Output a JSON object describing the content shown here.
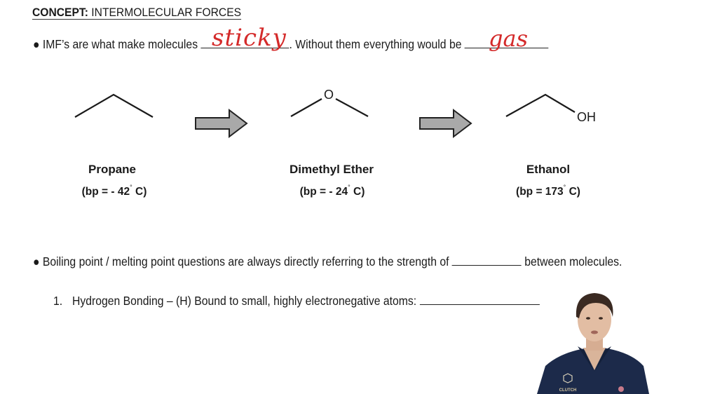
{
  "header": {
    "concept_label": "CONCEPT:",
    "concept_title": " INTERMOLECULAR FORCES"
  },
  "statement1": {
    "bullet": "●",
    "before": "IMF’s are what make molecules ",
    "answer1": "sticky",
    "middle": ". Without them everything would be ",
    "answer2": "gas"
  },
  "molecules": [
    {
      "name": "Propane",
      "bp_prefix": "(bp = - 42",
      "bp_degree": "°",
      "bp_suffix": " C)"
    },
    {
      "name": "Dimethyl Ether",
      "bp_prefix": "(bp = - 24",
      "bp_degree": "°",
      "bp_suffix": " C)",
      "atom_label": "O"
    },
    {
      "name": "Ethanol",
      "bp_prefix": "(bp = 173",
      "bp_degree": "°",
      "bp_suffix": " C)",
      "atom_label": "OH"
    }
  ],
  "arrows": {
    "fill_color": "#a9a9a9",
    "stroke_color": "#222222"
  },
  "statement2": {
    "bullet": "●",
    "before": "Boiling point / melting point questions are always directly referring to the strength of ",
    "after": " between molecules."
  },
  "list": [
    {
      "number": "1.",
      "text": "Hydrogen Bonding – (H) Bound to small, highly electronegative atoms: "
    }
  ],
  "presenter": {
    "shirt_color": "#1c2a4a",
    "logo_text": "CLUTCH"
  },
  "colors": {
    "handwriting": "#d42a2a",
    "text": "#1a1a1a"
  }
}
